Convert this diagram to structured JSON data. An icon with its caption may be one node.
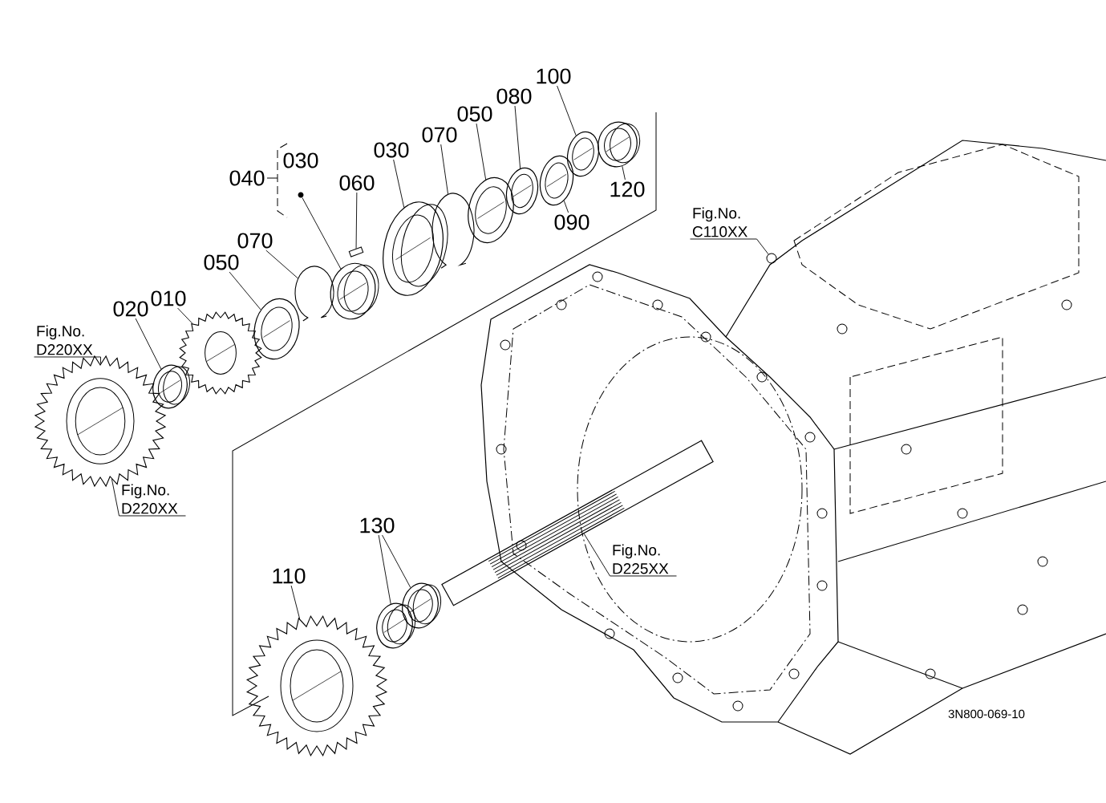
{
  "diagram": {
    "nodes": [
      {
        "text": [
          "060"
        ]
      },
      {
        "text": [
          "030"
        ]
      },
      {
        "text": [
          "070"
        ]
      },
      {
        "text": [
          "050"
        ]
      },
      {
        "text": [
          "080"
        ]
      },
      {
        "text": [
          "100"
        ]
      },
      {
        "text": [
          "120"
        ]
      },
      {
        "text": [
          "090"
        ]
      },
      {
        "text": [
          "070"
        ]
      },
      {
        "text": [
          "050"
        ]
      },
      {
        "text": [
          "010"
        ]
      },
      {
        "text": [
          "020"
        ]
      },
      {
        "text": [
          "Fig.No. D220XX"
        ]
      },
      {
        "text": [
          "Fig.No. D220XX"
        ]
      },
      {
        "text": [
          "130"
        ]
      },
      {
        "text": [
          "110"
        ]
      },
      {
        "text": [
          "Fig.No. D225XX"
        ]
      },
      {
        "text": [
          "Fig.No. C110XX"
        ]
      },
      {
        "text": [],
        "shape": "circle"
      },
      {
        "text": [],
        "shape": "picture"
      },
      {
        "text": [],
        "shape": "picture"
      },
      {
        "text": [],
        "shape": "picture"
      },
      {
        "text": [],
        "shape": "picture"
      },
      {
        "text": [],
        "shape": "picture"
      },
      {
        "text": [],
        "shape": "picture"
      },
      {
        "text": [],
        "shape": "picture"
      },
      {
        "text": [],
        "shape": "picture"
      },
      {
        "text": [],
        "shape": "picture"
      },
      {
        "text": [],
        "shape": "picture"
      },
      {
        "text": [],
        "shape": "picture"
      },
      {
        "text": [],
        "shape": "picture"
      },
      {
        "text": [],
        "shape": "picture"
      },
      {
        "text": [],
        "shape": "picture"
      },
      {
        "text": [],
        "shape": "picture"
      },
      {
        "text": [],
        "shape": "picture"
      },
      {
        "text": [],
        "shape": "picture"
      },
      {
        "text": [],
        "shape": "picture"
      },
      {
        "text": [],
        "shape": "circle"
      }
    ],
    "edges": [
      {
        "from": 0,
        "to": 20,
        "arrow": "none"
      },
      {
        "from": 1,
        "to": 21,
        "arrow": "none"
      },
      {
        "from": 2,
        "to": 22,
        "arrow": "none"
      },
      {
        "from": 3,
        "to": 23,
        "arrow": "none"
      },
      {
        "from": 4,
        "to": 24,
        "arrow": "none"
      },
      {
        "from": 5,
        "to": 26,
        "arrow": "none"
      },
      {
        "from": 6,
        "to": 27,
        "arrow": "none"
      },
      {
        "from": 7,
        "to": 25,
        "arrow": "none"
      },
      {
        "from": 8,
        "to": 28,
        "arrow": "none"
      },
      {
        "from": 9,
        "to": 29,
        "arrow": "none"
      },
      {
        "from": 10,
        "to": 30,
        "arrow": "none"
      },
      {
        "from": 11,
        "to": 31,
        "arrow": "none"
      },
      {
        "from": 12,
        "to": 32,
        "arrow": "none"
      },
      {
        "from": 13,
        "to": 32,
        "arrow": "none"
      },
      {
        "from": 14,
        "to": 33,
        "arrow": "none"
      },
      {
        "from": 14,
        "to": 34,
        "arrow": "none"
      },
      {
        "from": 15,
        "to": 35,
        "arrow": "none"
      },
      {
        "from": 16,
        "to": 36,
        "arrow": "none"
      },
      {
        "from": 17,
        "to": 37,
        "arrow": "none"
      },
      {
        "from": 18,
        "to": 19,
        "arrow": "none"
      }
    ],
    "labels": [
      "040",
      "030",
      "3N800-069-10"
    ]
  }
}
